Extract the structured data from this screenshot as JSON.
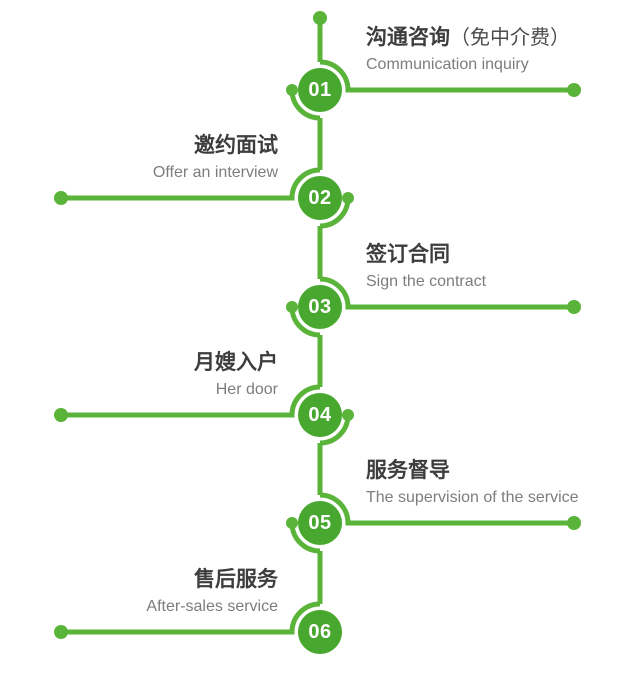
{
  "diagram_title": "service-process-timeline",
  "colors": {
    "green": "#5ab43a",
    "circle_green": "#48a72e",
    "title_color": "#3d3d3d",
    "note_color": "#4d4d4d",
    "subtitle_color": "#7d7d7d",
    "bg": "#ffffff"
  },
  "steps": [
    {
      "number": "01",
      "title": "沟通咨询",
      "note": "（免中介费）",
      "subtitle": "Communication inquiry",
      "side": "right"
    },
    {
      "number": "02",
      "title": "邀约面试",
      "note": "",
      "subtitle": "Offer an interview",
      "side": "left"
    },
    {
      "number": "03",
      "title": "签订合同",
      "note": "",
      "subtitle": "Sign the contract",
      "side": "right"
    },
    {
      "number": "04",
      "title": "月嫂入户",
      "note": "",
      "subtitle": "Her door",
      "side": "left"
    },
    {
      "number": "05",
      "title": "服务督导",
      "note": "",
      "subtitle": "The supervision of the service",
      "side": "right"
    },
    {
      "number": "06",
      "title": "售后服务",
      "note": "",
      "subtitle": "After-sales service",
      "side": "left"
    }
  ]
}
